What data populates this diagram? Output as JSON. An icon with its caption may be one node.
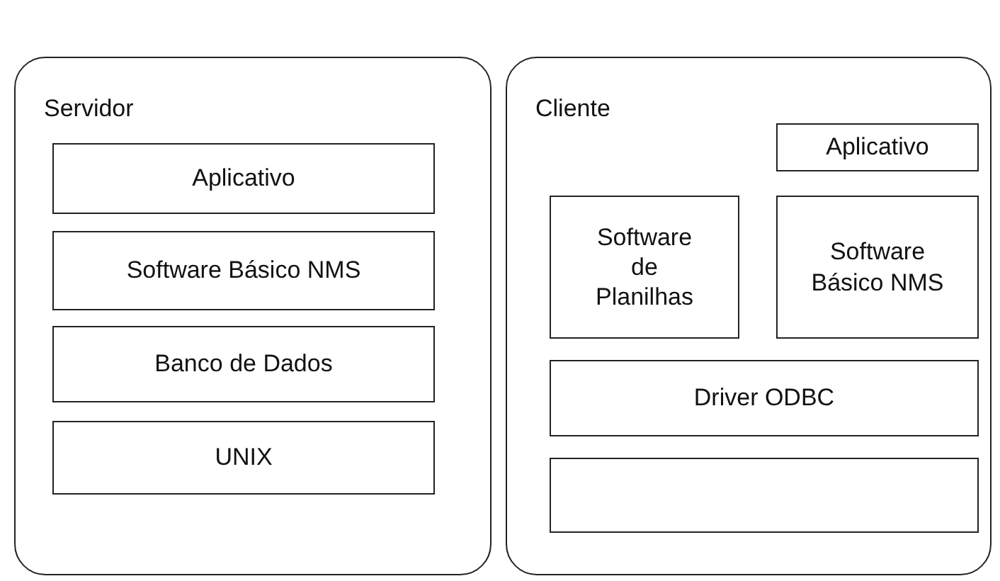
{
  "diagram": {
    "nodes": [
      {
        "text": [
          "Servidor"
        ]
      },
      {
        "text": [
          "Aplicativo"
        ],
        "in": 0
      },
      {
        "text": [
          "Software Básico NMS"
        ],
        "in": 0
      },
      {
        "text": [
          "Banco de Dados"
        ],
        "in": 0
      },
      {
        "text": [
          "UNIX"
        ],
        "in": 0
      },
      {
        "text": [
          "Cliente"
        ]
      },
      {
        "text": [
          "Aplicativo"
        ],
        "in": 5
      },
      {
        "text": [
          "Software de Planilhas"
        ],
        "in": 5
      },
      {
        "text": [
          "Software Básico NMS"
        ],
        "in": 5
      },
      {
        "text": [
          "Driver ODBC"
        ],
        "in": 5
      },
      {
        "text": [],
        "shape": "box",
        "in": 5
      }
    ]
  }
}
